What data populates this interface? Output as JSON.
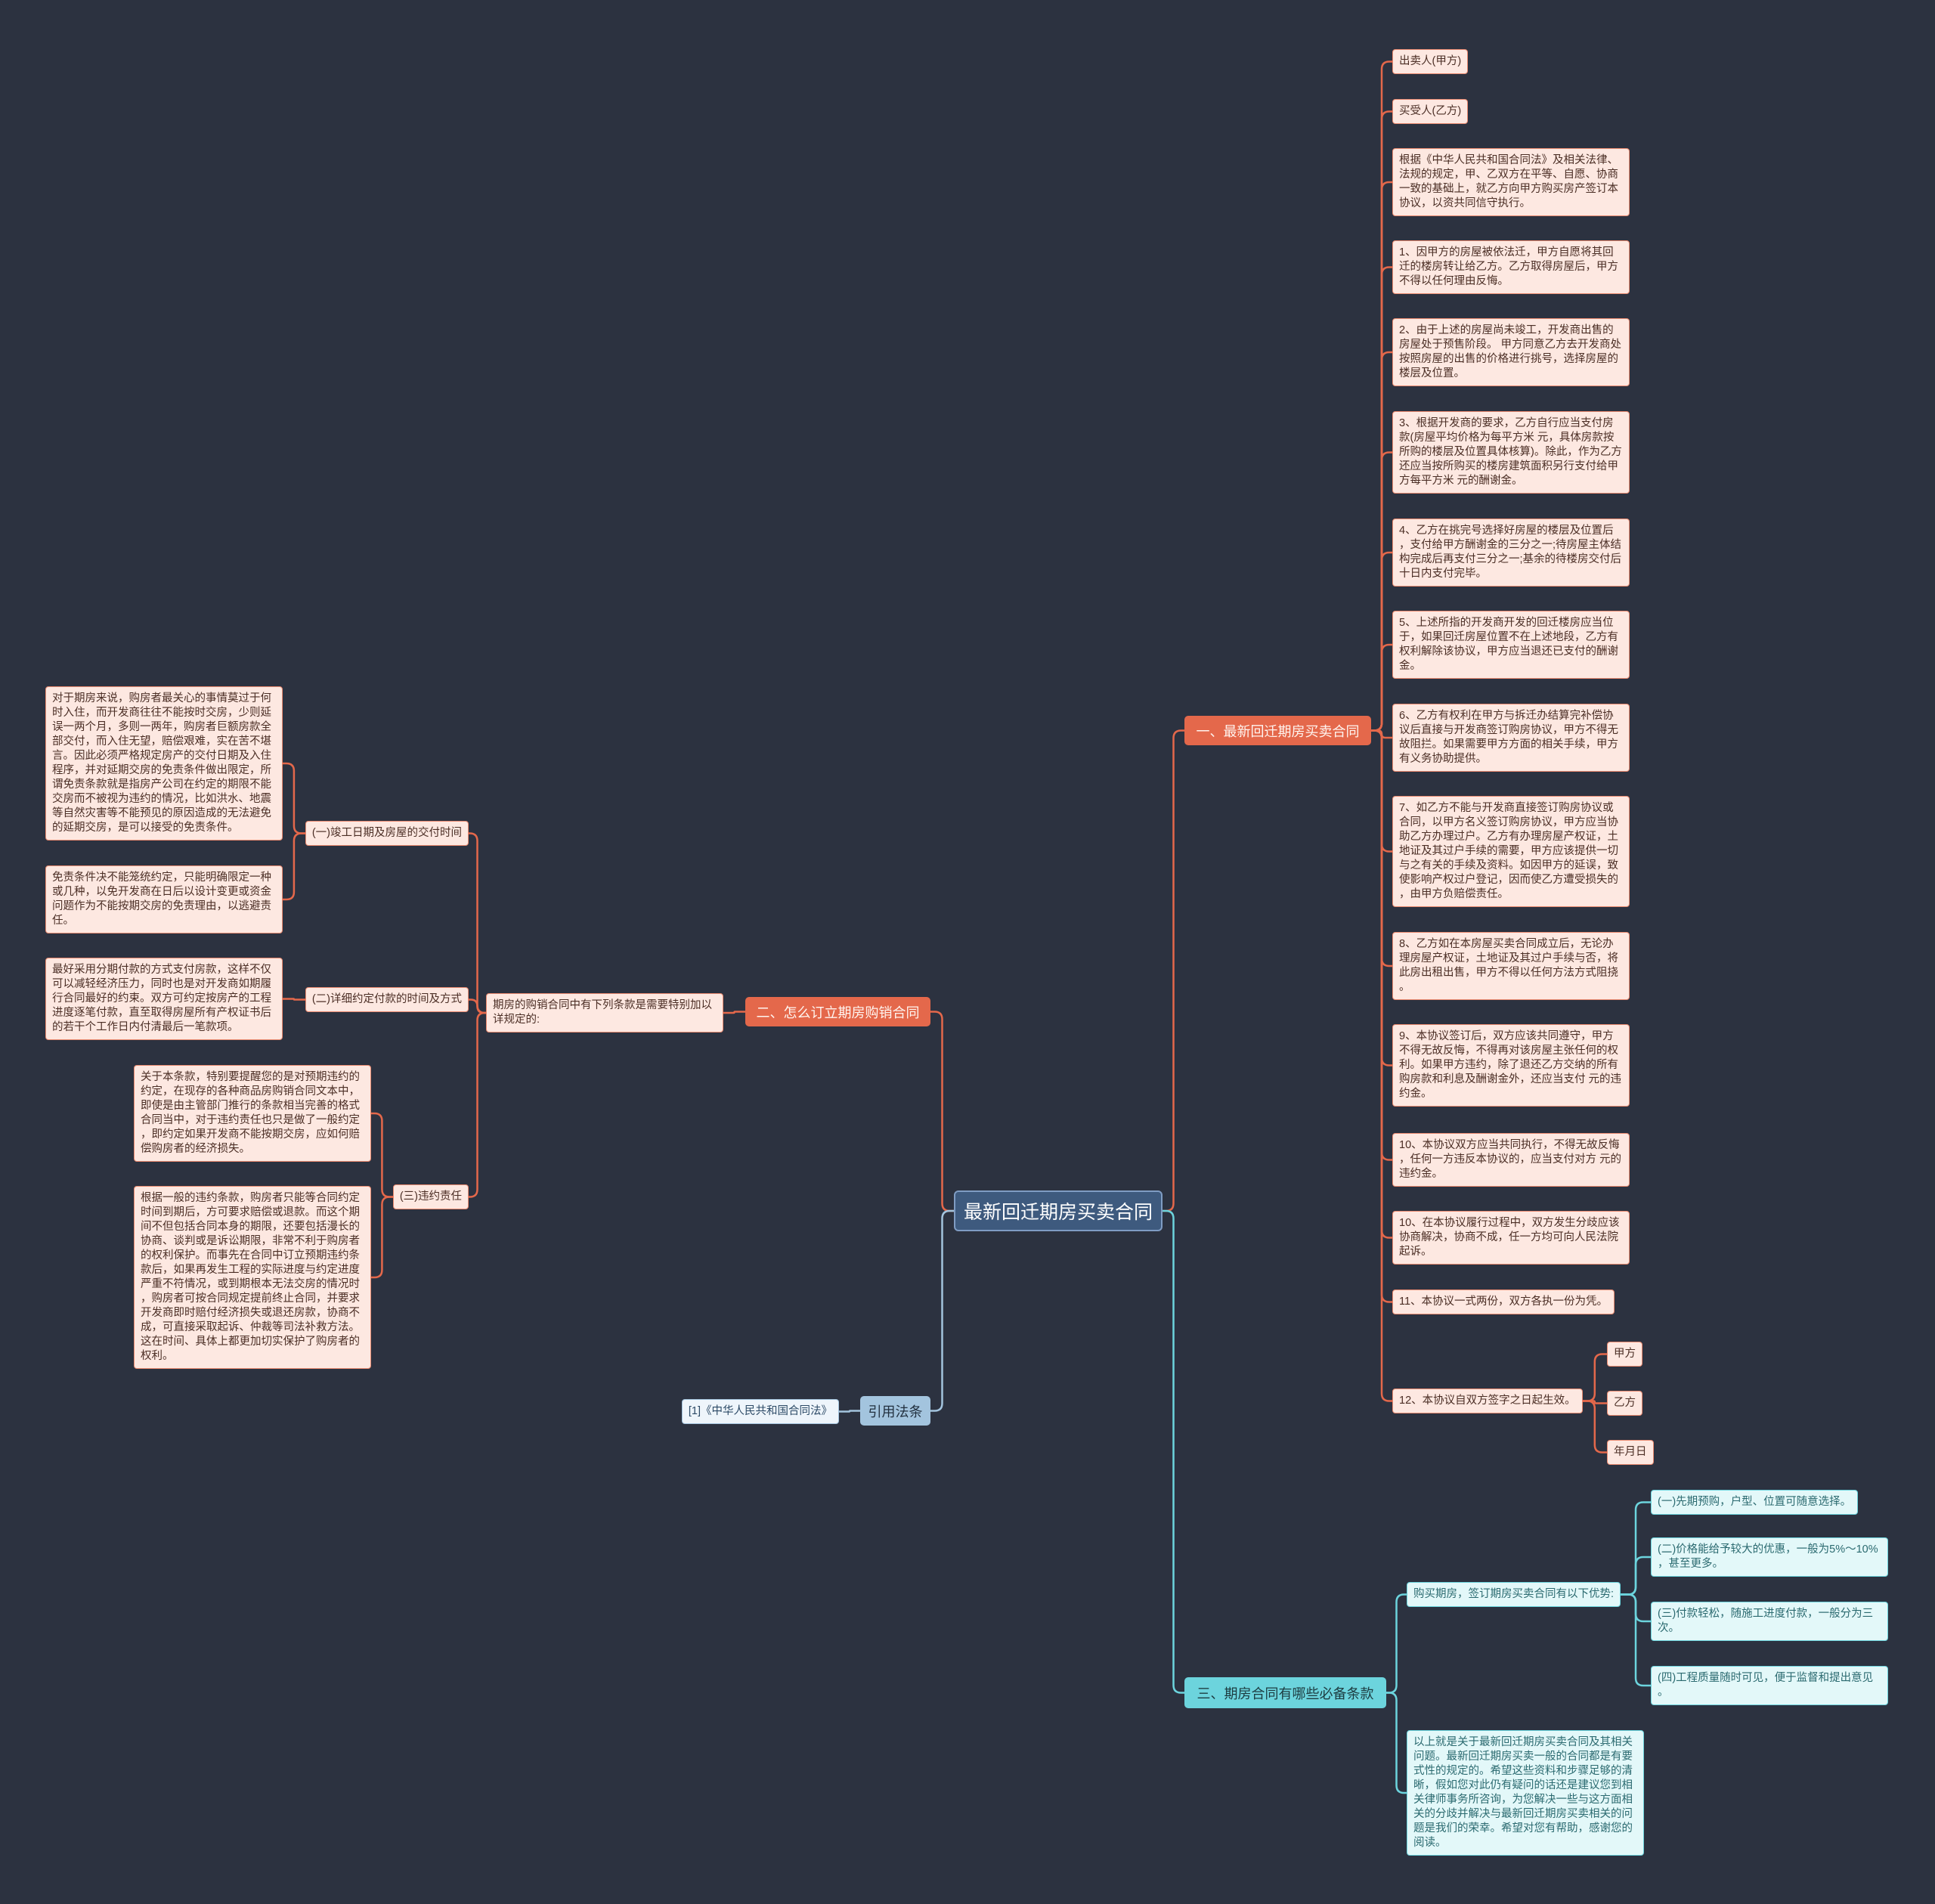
{
  "theme": {
    "background": "#2c3240",
    "root_fill": "#3e5a7e",
    "root_border": "#7f9cc3",
    "orange": "#e4684b",
    "orange_leaf_fill": "#fde8e1",
    "orange_leaf_border": "#ea8a70",
    "blue": "#a3c4de",
    "blue_leaf_fill": "#eef5fb",
    "cyan": "#6cd4dd",
    "cyan_leaf_fill": "#e3f8f9",
    "branch_line_colors": [
      "#e4684b",
      "#e4684b",
      "#a3c4de",
      "#6cd4dd"
    ]
  },
  "map": {
    "root": {
      "text": "最新回迁期房买卖合同",
      "children": [
        {
          "text": "一、最新回迁期房买卖合同",
          "children": [
            {
              "text": "出卖人(甲方)"
            },
            {
              "text": "买受人(乙方)"
            },
            {
              "text": "根据《中华人民共和国合同法》及相关法律、法规的规定，甲、乙双方在平等、自愿、协商一致的基础上，就乙方向甲方购买房产签订本协议，以资共同信守执行。"
            },
            {
              "text": "1、因甲方的房屋被依法迁，甲方自愿将其回迁的楼房转让给乙方。乙方取得房屋后，甲方不得以任何理由反悔。"
            },
            {
              "text": "2、由于上述的房屋尚未竣工，开发商出售的房屋处于预售阶段。 甲方同意乙方去开发商处按照房屋的出售的价格进行挑号，选择房屋的楼层及位置。"
            },
            {
              "text": "3、根据开发商的要求，乙方自行应当支付房款(房屋平均价格为每平方米 元，具体房款按所购的楼层及位置具体核算)。除此，作为乙方还应当按所购买的楼房建筑面积另行支付给甲方每平方米 元的酬谢金。"
            },
            {
              "text": "4、乙方在挑完号选择好房屋的楼层及位置后，支付给甲方酬谢金的三分之一;待房屋主体结构完成后再支付三分之一;基余的待楼房交付后十日内支付完毕。"
            },
            {
              "text": "5、上述所指的开发商开发的回迁楼房应当位于，如果回迁房屋位置不在上述地段，乙方有权利解除该协议，甲方应当退还已支付的酬谢金。"
            },
            {
              "text": "6、乙方有权利在甲方与拆迁办结算完补偿协议后直接与开发商签订购房协议，甲方不得无故阻拦。如果需要甲方方面的相关手续，甲方有义务协助提供。"
            },
            {
              "text": "7、如乙方不能与开发商直接签订购房协议或合同，以甲方名义签订购房协议，甲方应当协助乙方办理过户。乙方有办理房屋产权证，土地证及其过户手续的需要，甲方应该提供一切与之有关的手续及资料。如因甲方的延误，致使影响产权过户登记，因而使乙方遭受损失的，由甲方负赔偿责任。"
            },
            {
              "text": "8、乙方如在本房屋买卖合同成立后，无论办理房屋产权证，土地证及其过户手续与否，将此房出租出售，甲方不得以任何方法方式阻挠。"
            },
            {
              "text": "9、本协议签订后，双方应该共同遵守，甲方不得无故反悔，不得再对该房屋主张任何的权利。如果甲方违约，除了退还乙方交纳的所有购房款和利息及酬谢金外，还应当支付 元的违约金。"
            },
            {
              "text": "10、本协议双方应当共同执行，不得无故反悔，任何一方违反本协议的，应当支付对方 元的违约金。"
            },
            {
              "text": "10、在本协议履行过程中，双方发生分歧应该协商解决，协商不成，任一方均可向人民法院起诉。"
            },
            {
              "text": "11、本协议一式两份，双方各执一份为凭。"
            },
            {
              "text": "12、本协议自双方签字之日起生效。",
              "children": [
                {
                  "text": "甲方"
                },
                {
                  "text": "乙方"
                },
                {
                  "text": "年月日"
                }
              ]
            }
          ]
        },
        {
          "text": "二、怎么订立期房购销合同",
          "children": [
            {
              "text": "期房的购销合同中有下列条款是需要特别加以详规定的:",
              "children": [
                {
                  "text": "(一)竣工日期及房屋的交付时间",
                  "children": [
                    {
                      "text": "对于期房来说，购房者最关心的事情莫过于何时入住，而开发商往往不能按时交房，少则延误一两个月，多则一两年，购房者巨额房款全部交付，而入住无望，赔偿艰难，实在苦不堪言。因此必须严格规定房产的交付日期及入住程序，并对延期交房的免责条件做出限定，所谓免责条款就是指房产公司在约定的期限不能交房而不被视为违约的情况，比如洪水、地震等自然灾害等不能预见的原因造成的无法避免的延期交房，是可以接受的免责条件。"
                    },
                    {
                      "text": "免责条件决不能笼统约定，只能明确限定一种或几种，以免开发商在日后以设计变更或资金问题作为不能按期交房的免责理由，以逃避责任。"
                    }
                  ]
                },
                {
                  "text": "(二)详细约定付款的时间及方式",
                  "children": [
                    {
                      "text": "最好采用分期付款的方式支付房款，这样不仅可以减轻经济压力，同时也是对开发商如期履行合同最好的约束。双方可约定按房产的工程进度逐笔付款，直至取得房屋所有产权证书后的若干个工作日内付清最后一笔款项。"
                    }
                  ]
                },
                {
                  "text": "(三)违约责任",
                  "children": [
                    {
                      "text": "关于本条款，特别要提醒您的是对预期违约的约定，在现存的各种商品房购销合同文本中，即使是由主管部门推行的条款相当完善的格式合同当中，对于违约责任也只是做了一般约定，即约定如果开发商不能按期交房，应如何赔偿购房者的经济损失。"
                    },
                    {
                      "text": "根据一般的违约条款，购房者只能等合同约定时间到期后，方可要求赔偿或退款。而这个期间不但包括合同本身的期限，还要包括漫长的协商、谈判或是诉讼期限，非常不利于购房者的权利保护。而事先在合同中订立预期违约条款后，如果再发生工程的实际进度与约定进度严重不符情况，或到期根本无法交房的情况时，购房者可按合同规定提前终止合同，并要求开发商即时赔付经济损失或退还房款，协商不成，可直接采取起诉、仲裁等司法补救方法。这在时间、具体上都更加切实保护了购房者的权利。"
                    }
                  ]
                }
              ]
            }
          ]
        },
        {
          "text": "引用法条",
          "children": [
            {
              "text": "[1]《中华人民共和国合同法》"
            }
          ]
        },
        {
          "text": "三、期房合同有哪些必备条款",
          "children": [
            {
              "text": "购买期房，签订期房买卖合同有以下优势:",
              "children": [
                {
                  "text": "(一)先期预购，户型、位置可随意选择。"
                },
                {
                  "text": "(二)价格能给予较大的优惠，一般为5%～10%，甚至更多。"
                },
                {
                  "text": "(三)付款轻松，随施工进度付款，一般分为三次。"
                },
                {
                  "text": "(四)工程质量随时可见，便于监督和提出意见。"
                }
              ]
            },
            {
              "text": "以上就是关于最新回迁期房买卖合同及其相关问题。最新回迁期房买卖一般的合同都是有要式性的规定的。希望这些资料和步骤足够的清晰，假如您对此仍有疑问的话还是建议您到相关律师事务所咨询，为您解决一些与这方面相关的分歧并解决与最新回迁期房买卖相关的问题是我们的荣幸。希望对您有帮助，感谢您的阅读。"
            }
          ]
        }
      ]
    }
  }
}
